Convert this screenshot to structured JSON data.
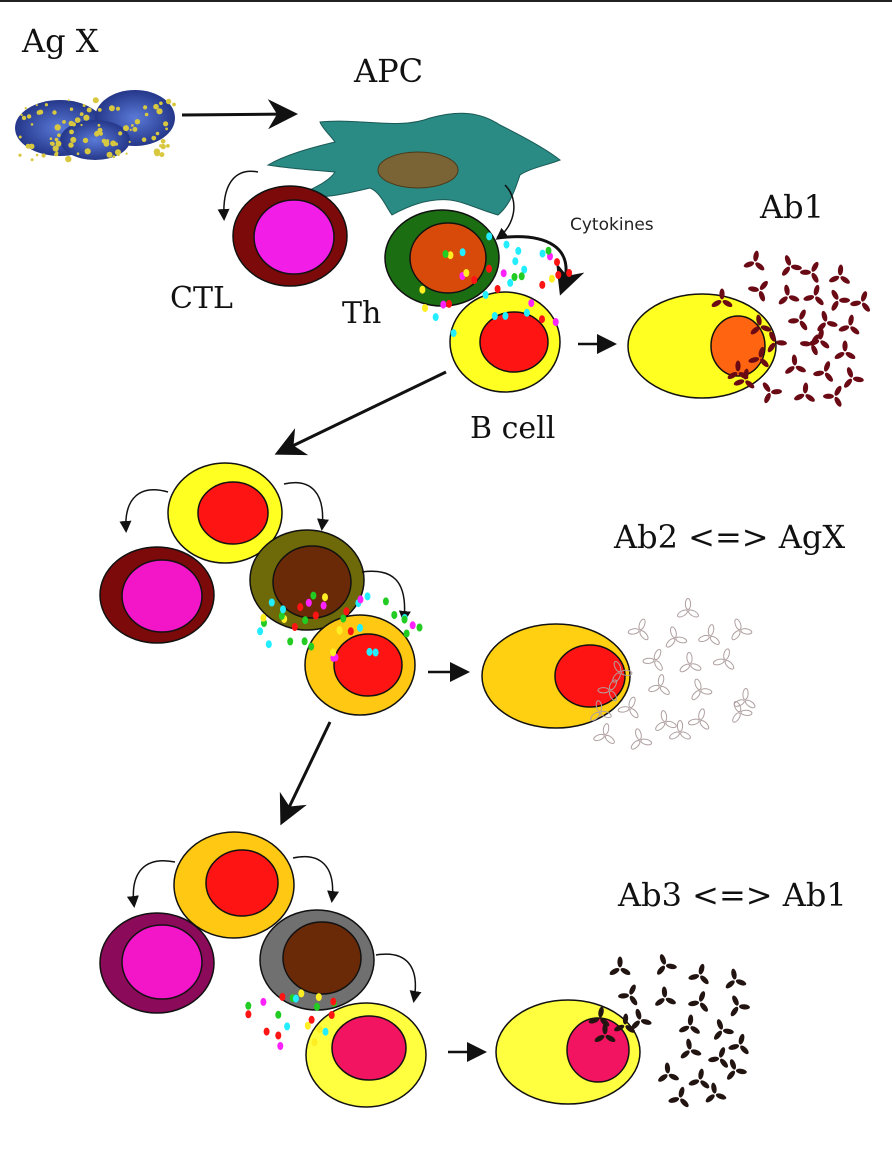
{
  "labels": {
    "antigen": "Ag X",
    "apc": "APC",
    "cytokines": "Cytokines",
    "ctl": "CTL",
    "th": "Th",
    "bcell": "B cell",
    "ab1": "Ab1",
    "ab2": "Ab2 <=> AgX",
    "ab3": "Ab3 <=> Ab1"
  },
  "colors": {
    "apc": "#2a8a84",
    "apc_nucleus": "#7a6436",
    "ctl1_outer": "#7c0a0a",
    "ctl1_inner": "#f21ee8",
    "ctl2_outer": "#7c0a0a",
    "ctl2_inner": "#f216c8",
    "ctl3_outer": "#8c0a5a",
    "ctl3_inner": "#f216c8",
    "th1_outer": "#1c6e12",
    "th1_inner": "#d84a0a",
    "th2_outer": "#6e6a0a",
    "th2_inner": "#6a2a08",
    "th3_outer": "#707070",
    "th3_inner": "#6a2a08",
    "bcell1_outer": "#ffff22",
    "bcell1_inner": "#ff1414",
    "bcell2_outer": "#ffc812",
    "bcell2_inner": "#ff1414",
    "bcell3_outer": "#ffff40",
    "bcell3_inner": "#f21460",
    "plasma1_outer": "#ffff22",
    "plasma1_inner": "#ff6410",
    "plasma2_outer": "#ffd012",
    "plasma2_inner": "#ff1414",
    "plasma3_outer": "#ffff40",
    "plasma3_inner": "#f21460",
    "ab1_color": "#6a0a14",
    "ab2_color": "#b0a0a0",
    "ab3_color": "#221410",
    "cytokine_colors": [
      "#ff1414",
      "#22cc22",
      "#ffee22",
      "#22eeff",
      "#ff22ff"
    ]
  }
}
